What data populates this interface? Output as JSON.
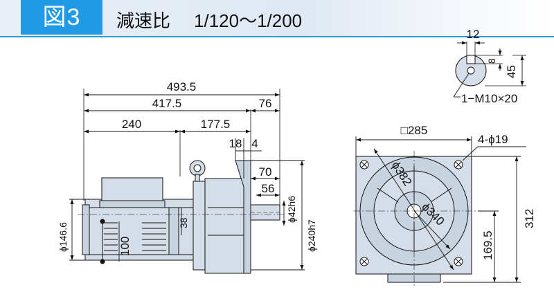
{
  "header": {
    "figure_label": "図3",
    "title": "減速比",
    "ratio_range": "1/120～1/200"
  },
  "dimensions": {
    "total_length": "493.5",
    "body_length": "417.5",
    "shaft_projection": "76",
    "motor_length": "240",
    "gear_length": "177.5",
    "flange_thickness": "18",
    "flange_step": "4",
    "shaft_length": "70",
    "key_length": "56",
    "shaft_diameter": "ϕ42h6",
    "spigot_diameter": "ϕ240h7",
    "motor_diameter": "ϕ146.6",
    "terminal_offset": "38",
    "terminal_height": "100",
    "flange_square": "□285",
    "mount_holes": "4-ϕ19",
    "bolt_circle": "ϕ382",
    "flange_bore": "ϕ340",
    "overall_height": "312",
    "center_height": "169.5",
    "key_width": "12",
    "key_depth": "8",
    "shaft_key_height": "45",
    "tap_spec": "1−M10×20"
  }
}
